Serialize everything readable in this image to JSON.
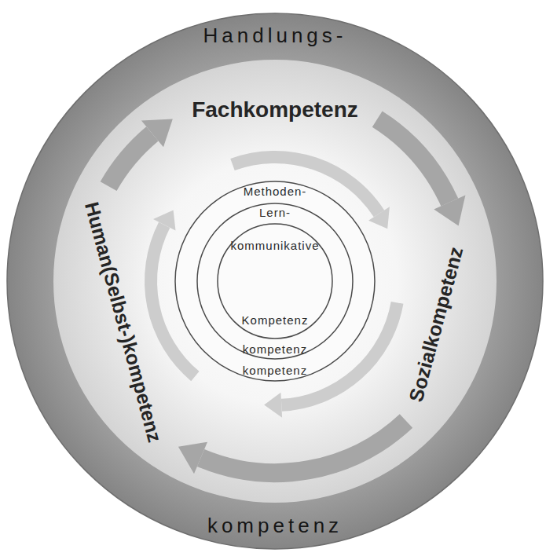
{
  "diagram": {
    "nodes": [
      {
        "text": [
          "Handlungs-",
          "kompetenz"
        ]
      },
      {
        "text": [
          "Fachkompetenz"
        ],
        "in": 0
      },
      {
        "text": [
          "Sozialkompetenz"
        ],
        "in": 0
      },
      {
        "text": [
          "Human(Selbst-)kompetenz"
        ],
        "in": 0
      },
      {
        "text": [
          "Methoden-",
          "kompetenz"
        ],
        "in": 0
      },
      {
        "text": [
          "Lern-",
          "kompetenz"
        ],
        "in": 4
      },
      {
        "text": [
          "kommunikative",
          "Kompetenz"
        ],
        "in": 5
      }
    ],
    "edges": [
      {
        "from": 1,
        "to": 2,
        "arrow": "to"
      },
      {
        "from": 2,
        "to": 3,
        "arrow": "to"
      },
      {
        "from": 3,
        "to": 1,
        "arrow": "to"
      }
    ]
  }
}
